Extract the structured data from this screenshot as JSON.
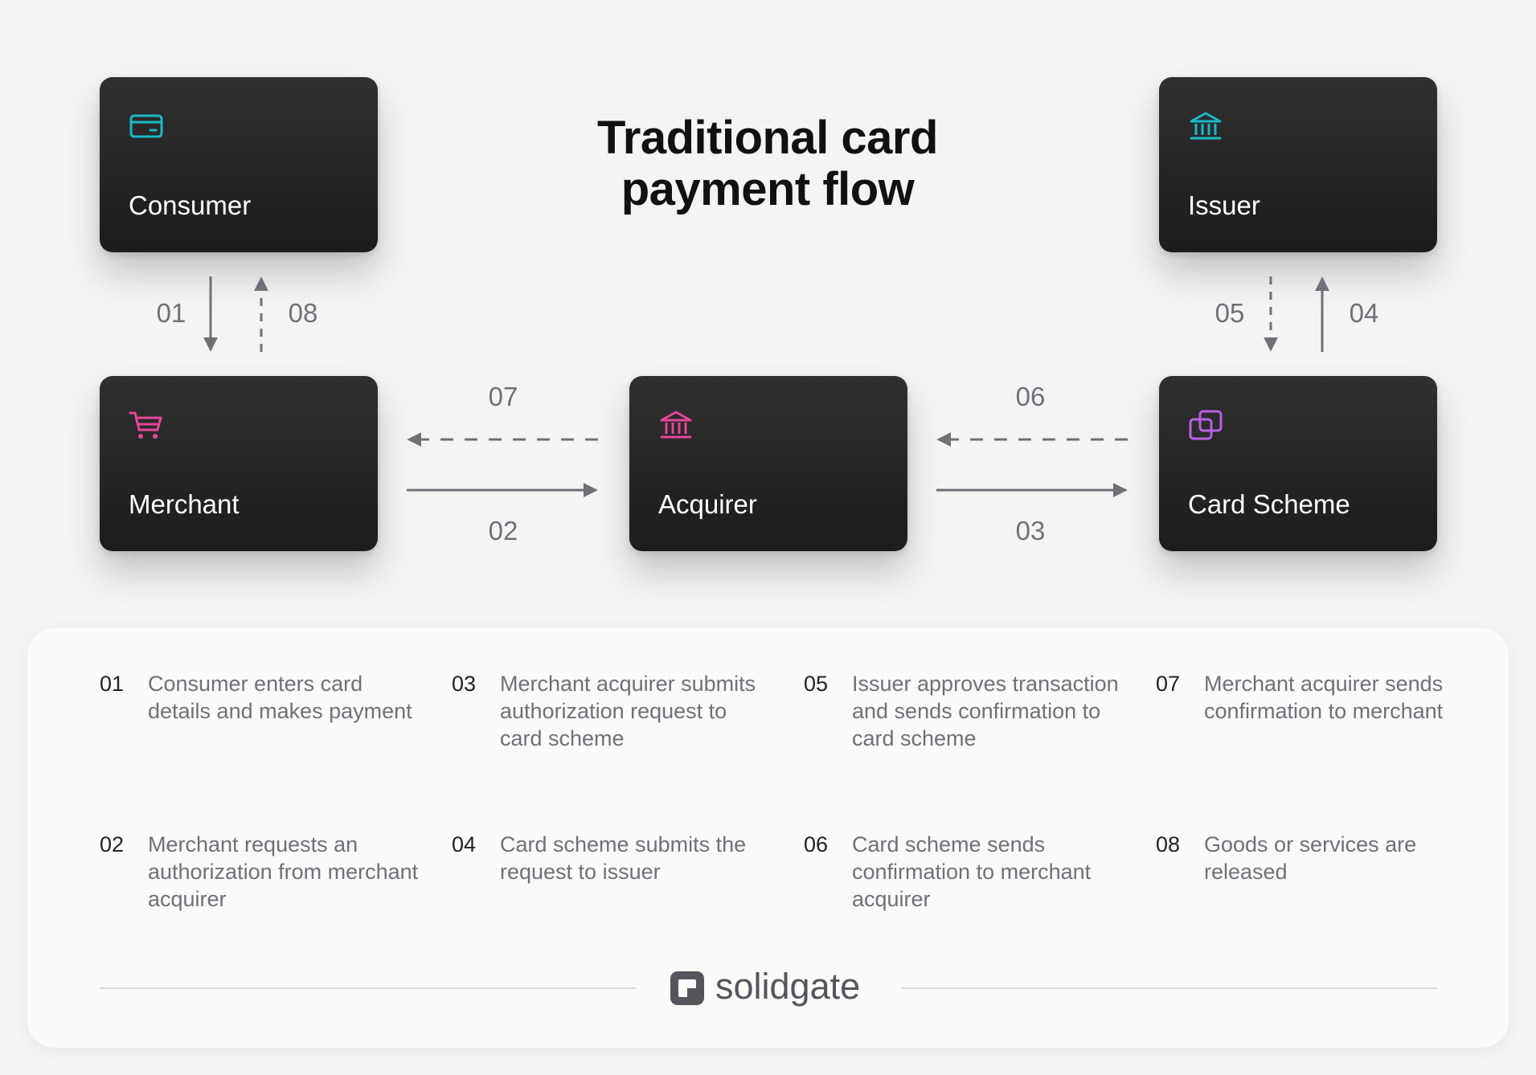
{
  "title": {
    "line1": "Traditional card",
    "line2": "payment flow"
  },
  "nodes": {
    "consumer": {
      "label": "Consumer",
      "icon": "credit-card-icon",
      "icon_color": "#1bb8c8"
    },
    "issuer": {
      "label": "Issuer",
      "icon": "bank-icon",
      "icon_color": "#1bb8c8"
    },
    "merchant": {
      "label": "Merchant",
      "icon": "shopping-cart-icon",
      "icon_color": "#e8459a"
    },
    "acquirer": {
      "label": "Acquirer",
      "icon": "bank-icon",
      "icon_color": "#e8459a"
    },
    "card_scheme": {
      "label": "Card Scheme",
      "icon": "stacked-cards-icon",
      "icon_color": "#b760e6"
    }
  },
  "flow_steps": {
    "s01": "01",
    "s02": "02",
    "s03": "03",
    "s04": "04",
    "s05": "05",
    "s06": "06",
    "s07": "07",
    "s08": "08"
  },
  "legend": [
    {
      "num": "01",
      "text": "Consumer enters card details and makes payment"
    },
    {
      "num": "02",
      "text": "Merchant requests an authorization from merchant acquirer"
    },
    {
      "num": "03",
      "text": "Merchant acquirer submits authorization request to card scheme"
    },
    {
      "num": "04",
      "text": "Card scheme submits the request to issuer"
    },
    {
      "num": "05",
      "text": "Issuer approves transaction and sends confirmation to card scheme"
    },
    {
      "num": "06",
      "text": "Card scheme sends confirmation to merchant acquirer"
    },
    {
      "num": "07",
      "text": "Merchant acquirer sends confirmation to merchant"
    },
    {
      "num": "08",
      "text": "Goods or services are released"
    }
  ],
  "brand": {
    "name": "solidgate"
  },
  "colors": {
    "card_bg": "#222222",
    "arrow": "#6f7178",
    "teal": "#1bb8c8",
    "pink": "#e8459a",
    "purple": "#b760e6"
  }
}
